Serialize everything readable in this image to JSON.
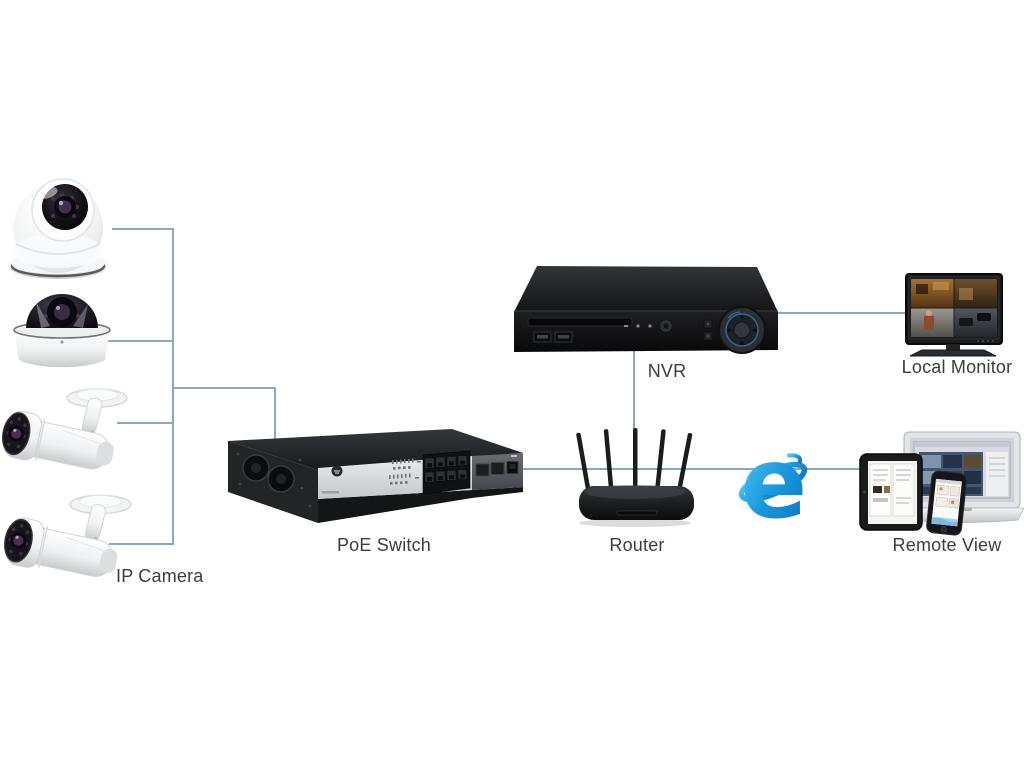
{
  "colors": {
    "background": "#ffffff",
    "line": "#8aa9bd",
    "label": "#3d3d3d",
    "ie_blue_light": "#55ccf2",
    "ie_blue_dark": "#0a6fbd"
  },
  "labels": {
    "ip_camera": "IP Camera",
    "poe_switch": "PoE Switch",
    "nvr": "NVR",
    "local_monitor": "Local Monitor",
    "router": "Router",
    "remote_view": "Remote View"
  },
  "ie": {
    "letter": "e"
  },
  "devices": [
    {
      "id": "dome-camera-1",
      "type": "turret-dome-ip-camera"
    },
    {
      "id": "dome-camera-2",
      "type": "vandal-dome-ip-camera"
    },
    {
      "id": "bullet-camera-1",
      "type": "bullet-ip-camera"
    },
    {
      "id": "bullet-camera-2",
      "type": "bullet-ip-camera"
    },
    {
      "id": "poe-switch",
      "type": "8-port-poe-switch"
    },
    {
      "id": "nvr",
      "type": "network-video-recorder"
    },
    {
      "id": "local-monitor",
      "type": "quad-view-cctv-monitor"
    },
    {
      "id": "router",
      "type": "5-antenna-wireless-router"
    },
    {
      "id": "internet-explorer",
      "type": "browser-logo"
    },
    {
      "id": "remote-view-devices",
      "type": "laptop-tablet-smartphone"
    }
  ],
  "connections": [
    {
      "from": "dome-camera-1",
      "to": "poe-switch"
    },
    {
      "from": "dome-camera-2",
      "to": "poe-switch"
    },
    {
      "from": "bullet-camera-1",
      "to": "poe-switch"
    },
    {
      "from": "bullet-camera-2",
      "to": "poe-switch"
    },
    {
      "from": "poe-switch",
      "to": "router"
    },
    {
      "from": "nvr",
      "to": "router"
    },
    {
      "from": "nvr",
      "to": "local-monitor"
    },
    {
      "from": "router",
      "to": "internet-explorer"
    },
    {
      "from": "internet-explorer",
      "to": "remote-view-devices"
    }
  ]
}
